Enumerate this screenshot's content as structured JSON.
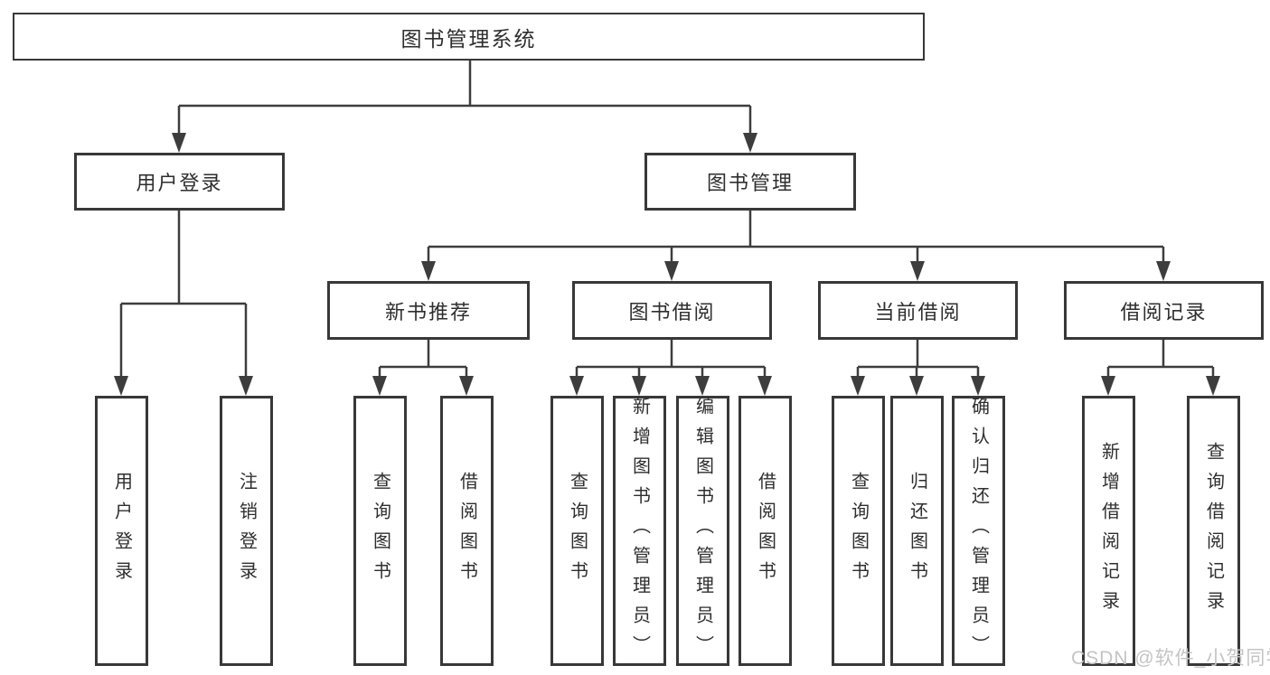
{
  "tree": {
    "root": {
      "label": "图书管理系统",
      "children": [
        {
          "label": "用户登录",
          "children": [
            {
              "label": "用户登录"
            },
            {
              "label": "注销登录"
            }
          ]
        },
        {
          "label": "图书管理",
          "children": [
            {
              "label": "新书推荐",
              "children": [
                {
                  "label": "查询图书"
                },
                {
                  "label": "借阅图书"
                }
              ]
            },
            {
              "label": "图书借阅",
              "children": [
                {
                  "label": "查询图书"
                },
                {
                  "label": "新增图书（管理员）"
                },
                {
                  "label": "编辑图书（管理员）"
                },
                {
                  "label": "借阅图书"
                }
              ]
            },
            {
              "label": "当前借阅",
              "children": [
                {
                  "label": "查询图书"
                },
                {
                  "label": "归还图书"
                },
                {
                  "label": "确认归还（管理员）"
                }
              ]
            },
            {
              "label": "借阅记录",
              "children": [
                {
                  "label": "新增借阅记录"
                },
                {
                  "label": "查询借阅记录"
                }
              ]
            }
          ]
        }
      ]
    }
  },
  "watermark": {
    "text": "CSDN @软件_小贺同学"
  },
  "colors": {
    "line": "#3d3d3d",
    "box_border": "#383838",
    "text": "#2e2e2e",
    "background": "#ffffff",
    "watermark": "#c4c4c4"
  }
}
